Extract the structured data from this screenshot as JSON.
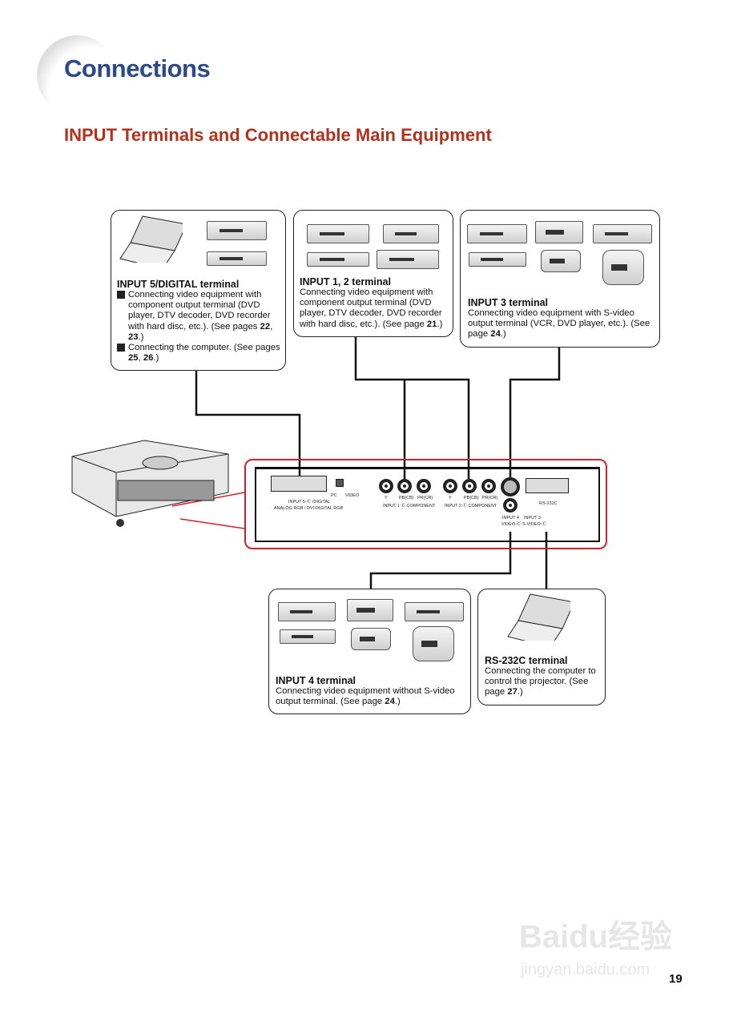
{
  "header": {
    "title": "Connections",
    "heading": "INPUT Terminals and Connectable Main Equipment"
  },
  "boxes": {
    "input5": {
      "title": "INPUT 5/DIGITAL terminal",
      "items": [
        [
          {
            "t": "Connecting video equipment with component output terminal (DVD player, DTV decoder, DVD recorder with hard disc, etc.). (See pages "
          },
          {
            "t": "22",
            "b": true
          },
          {
            "t": ", "
          },
          {
            "t": "23",
            "b": true
          },
          {
            "t": ".)"
          }
        ],
        [
          {
            "t": "Connecting the computer. (See pages "
          },
          {
            "t": "25",
            "b": true
          },
          {
            "t": ", "
          },
          {
            "t": "26",
            "b": true
          },
          {
            "t": ".)"
          }
        ]
      ]
    },
    "input12": {
      "title": "INPUT 1, 2 terminal",
      "body": [
        {
          "t": "Connecting video equipment with component output terminal (DVD player, DTV decoder, DVD recorder with hard disc, etc.). (See page "
        },
        {
          "t": "21",
          "b": true
        },
        {
          "t": ".)"
        }
      ]
    },
    "input3": {
      "title": "INPUT 3 terminal",
      "body": [
        {
          "t": "Connecting video equipment with S-video output terminal (VCR, DVD player, etc.). (See page "
        },
        {
          "t": "24",
          "b": true
        },
        {
          "t": ".)"
        }
      ]
    },
    "input4": {
      "title": "INPUT 4 terminal",
      "body": [
        {
          "t": "Connecting video equipment without S-video output terminal. (See page "
        },
        {
          "t": "24",
          "b": true
        },
        {
          "t": ".)"
        }
      ]
    },
    "rs232c": {
      "title": "RS-232C terminal",
      "body": [
        {
          "t": "Connecting the computer to control the projector. (See page "
        },
        {
          "t": "27",
          "b": true
        },
        {
          "t": ".)"
        }
      ]
    }
  },
  "panel": {
    "input5_label1": "INPUT 5-Ⓒ /DIGITAL",
    "input5_label2": "ANALOG RGB / DVI-DIGITAL RGB",
    "switch_pc": "PC",
    "switch_video": "VIDEO",
    "y": "Y",
    "pb": "PB(CB)",
    "pr": "PR(CR)",
    "input1": "INPUT 1 Ⓒ COMPONENT",
    "input2": "INPUT 2 Ⓒ COMPONENT",
    "input4a": "INPUT 4",
    "input4b": "VIDEO-Ⓒ",
    "input3a": "INPUT 3",
    "input3b": "S-VIDEO-Ⓒ",
    "rs232c": "RS-232C"
  },
  "footer": {
    "page_number": "19",
    "watermark": "Baidu经验",
    "watermark_url": "jingyan.baidu.com"
  },
  "colors": {
    "title": "#2a4a8a",
    "heading": "#b5301a",
    "panel_border": "#d02030"
  }
}
